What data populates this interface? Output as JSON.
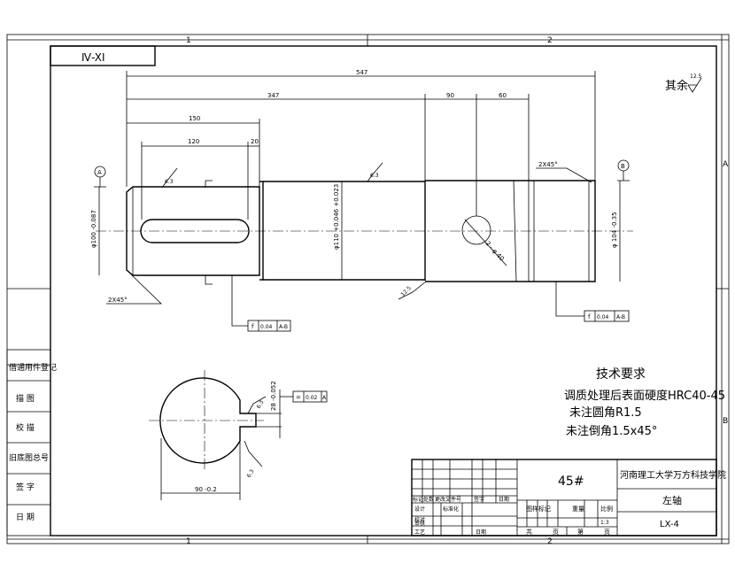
{
  "sheet": {
    "top_zone_1": "1",
    "top_zone_2": "2",
    "bottom_zone_1": "1",
    "bottom_zone_2": "2",
    "right_zone_a": "A",
    "right_zone_b": "B",
    "title_code": "Ⅳ-XⅠ"
  },
  "roughness_note": {
    "label": "其余",
    "value": "12.5"
  },
  "dimensions": {
    "overall": "547",
    "main_body": "347",
    "seg_90": "90",
    "seg_60": "60",
    "keyway_pos": "150",
    "keyway_len": "120",
    "keyway_offset": "20",
    "dia_left": "φ100 -0.087",
    "dia_middle": "φ110 +0.046 +0.023",
    "dia_right": "φ 104 -0.35",
    "chamfer_left": "2X45°",
    "chamfer_right": "2X45°",
    "roughness_1": "6.3",
    "roughness_2": "6.3",
    "roughness_3": "12.5",
    "hole_dia": "2 - φ 40",
    "section_width": "90 -0.2",
    "section_key": "28 -0.052"
  },
  "datums": {
    "a": "A",
    "b": "B"
  },
  "tolerances": {
    "t1_symbol": "f",
    "t1_value": "0.04",
    "t1_datum": "A-B",
    "t2_symbol": "f",
    "t2_value": "0.04",
    "t2_datum": "A-B",
    "t3_symbol": "=",
    "t3_value": "0.02",
    "t3_datum": "A"
  },
  "tech_requirements": {
    "title": "技术要求",
    "line1": "调质处理后表面硬度HRC40-45",
    "line2": "未注圆角R1.5",
    "line3": "未注倒角1.5x45°"
  },
  "left_strip": {
    "row1": "借通用件登记",
    "row2": "描 图",
    "row3": "校 描",
    "row4": "旧底图总号",
    "row5": "签 字",
    "row6": "日 期"
  },
  "title_block": {
    "material": "45#",
    "school": "河南理工大学万方科技学院",
    "part_name": "左轴",
    "drawing_no": "LX-4",
    "scale_value": "1:3",
    "stage_mark": "图样标记",
    "weight": "重量",
    "scale": "比例",
    "sheet_total": "共",
    "sheet_unit": "页",
    "sheet_no": "第",
    "sheet_unit2": "页",
    "rev_mark": "标记",
    "rev_count": "处数",
    "rev_file": "更改文件号",
    "rev_sign": "签字",
    "rev_date": "日期",
    "design": "设计",
    "standard": "标准化",
    "review": "审核",
    "check": "校对",
    "process": "工艺",
    "date": "日期"
  }
}
